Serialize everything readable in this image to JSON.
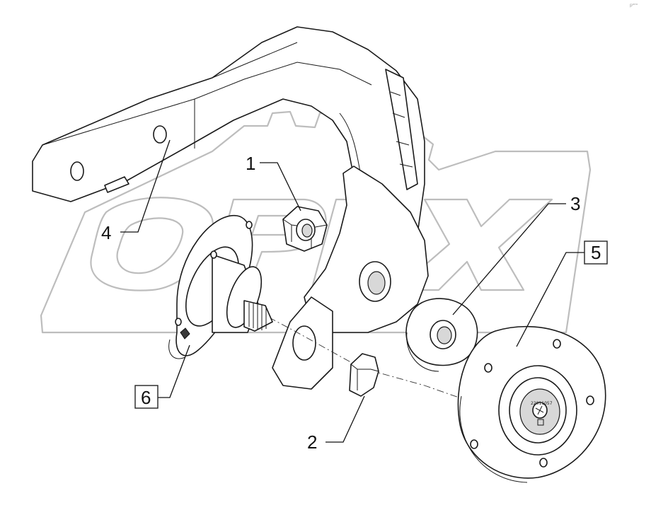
{
  "corner_mark": "pᵒᵉᵒ",
  "hub_label": "22011057",
  "callouts": {
    "c1": "1",
    "c2": "2",
    "c3": "3",
    "c4": "4",
    "c5": "5",
    "c6": "6"
  },
  "watermark_logo_text": "OPEX"
}
